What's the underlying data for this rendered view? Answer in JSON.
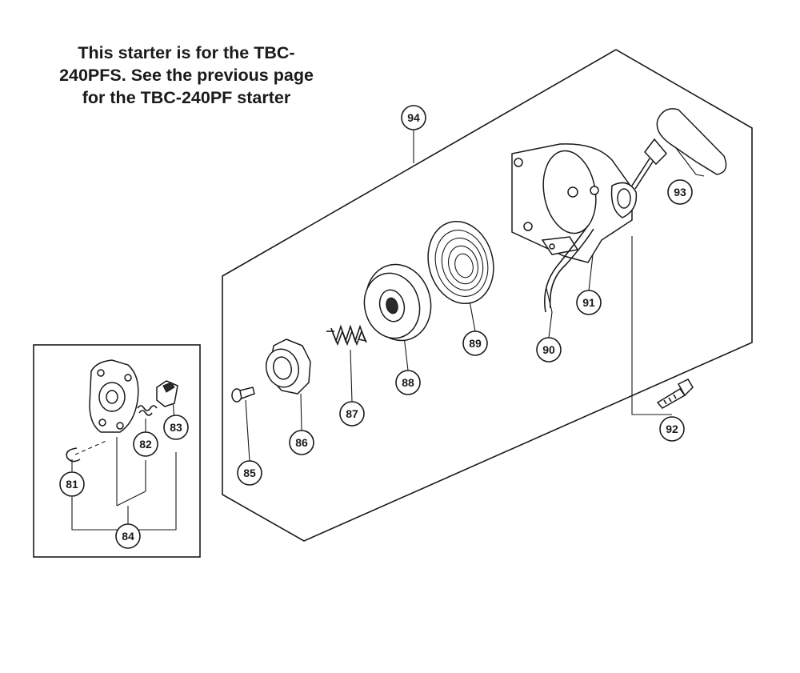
{
  "note": {
    "lines": [
      "This starter is for the TBC-",
      "240PFS. See the previous page",
      "for the TBC-240PF starter"
    ]
  },
  "callouts": {
    "c81": "81",
    "c82": "82",
    "c83": "83",
    "c84": "84",
    "c85": "85",
    "c86": "86",
    "c87": "87",
    "c88": "88",
    "c89": "89",
    "c90": "90",
    "c91": "91",
    "c92": "92",
    "c93": "93",
    "c94": "94"
  }
}
